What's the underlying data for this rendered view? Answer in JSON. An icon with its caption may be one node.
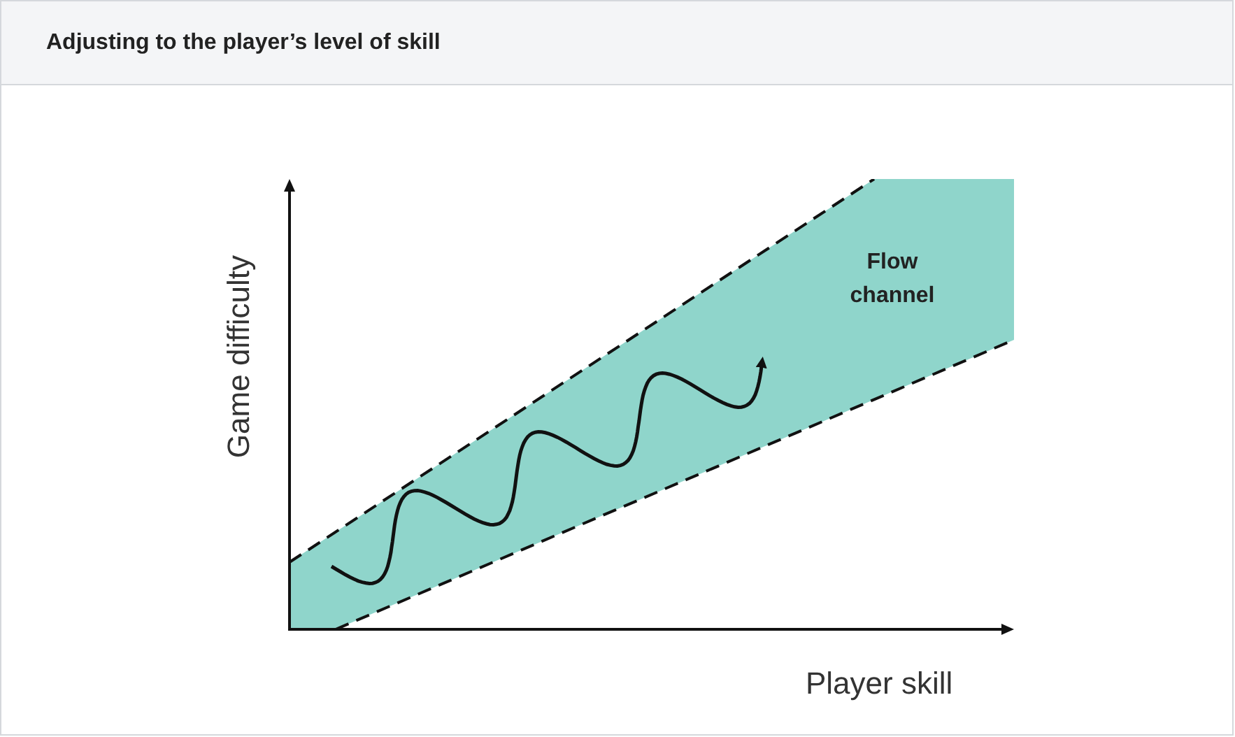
{
  "diagram": {
    "title": "Adjusting to the player’s level of skill",
    "nodes": [
      {
        "text": [
          "Flow channel"
        ]
      }
    ],
    "labels": [
      "Game difficulty",
      "Player skill"
    ]
  }
}
